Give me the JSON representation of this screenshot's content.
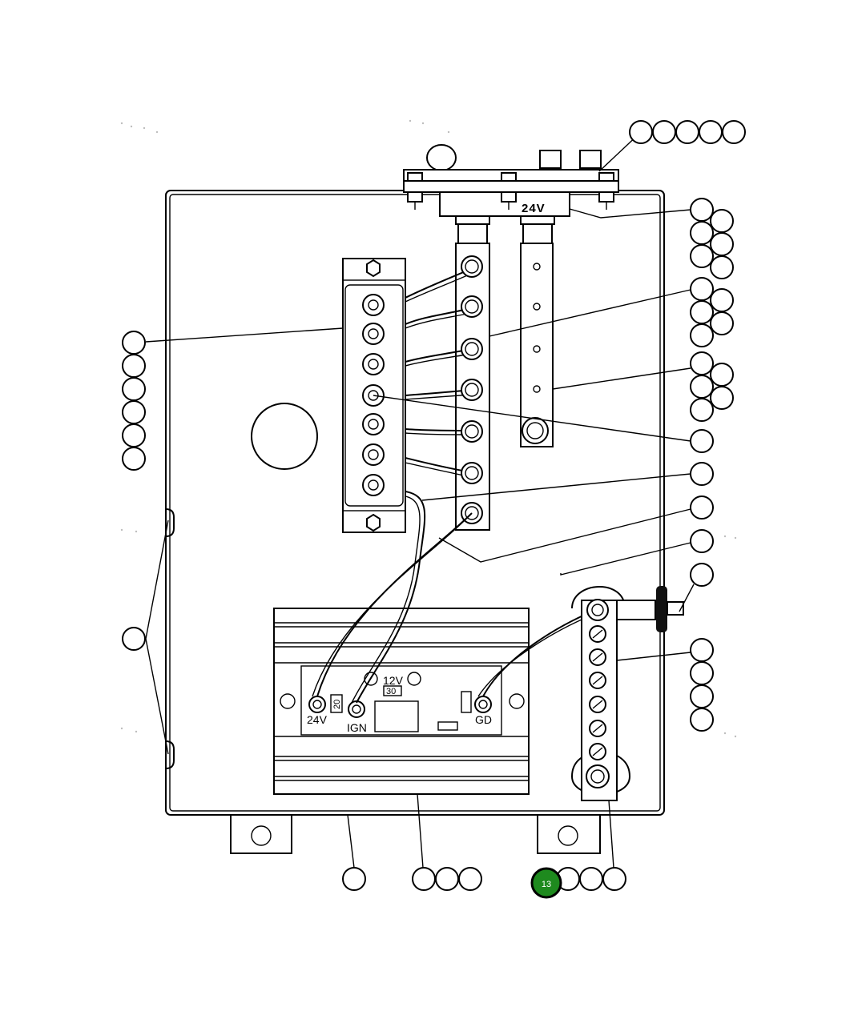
{
  "diagram": {
    "labels": {
      "panel_voltage": "24V",
      "conv_input_24v": "24V",
      "conv_ign": "IGN",
      "conv_12v": "12V",
      "conv_30": "30",
      "conv_20": "20",
      "conv_gd": "GD"
    },
    "highlighted_callout": {
      "label": "13",
      "color": "#1e8a1e"
    }
  }
}
